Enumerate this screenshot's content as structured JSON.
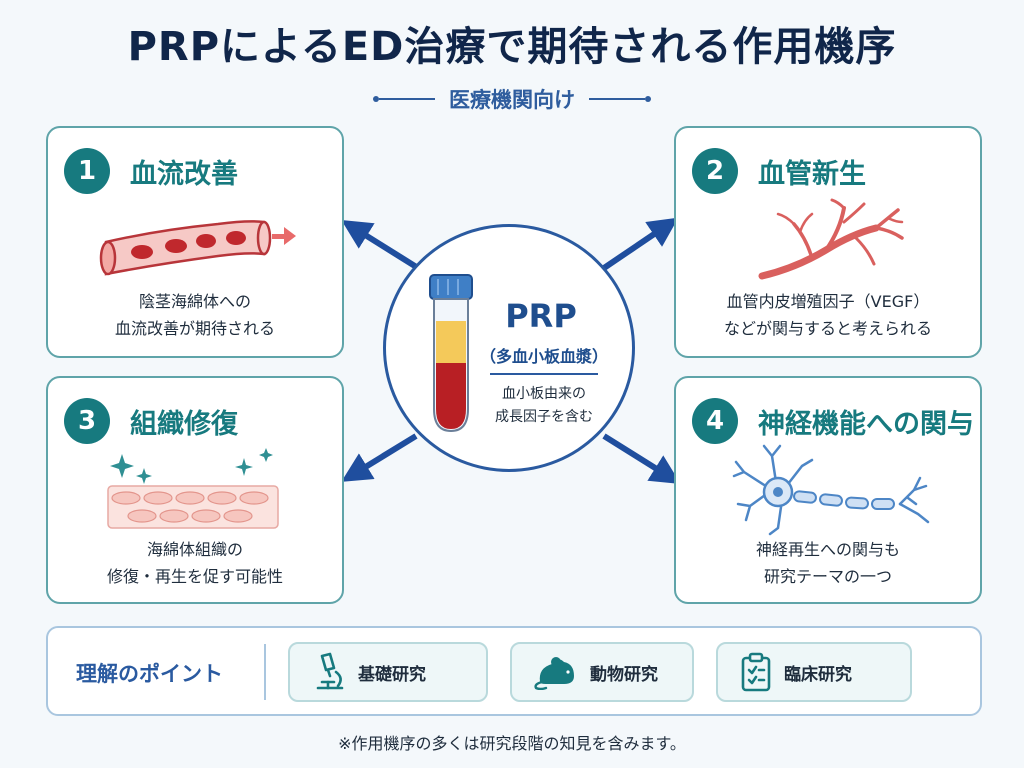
{
  "header": {
    "title": "PRPによるED治療で期待される作用機序",
    "subtitle": "医療機関向け"
  },
  "center": {
    "title": "PRP",
    "subtitle": "（多血小板血漿）",
    "description_lines": [
      "血小板由来の",
      "成長因子を含む"
    ]
  },
  "cards": [
    {
      "number": "1",
      "heading": "血流改善",
      "desc_lines": [
        "陰茎海綿体への",
        "血流改善が期待される"
      ],
      "icon": "blood-vessel-icon"
    },
    {
      "number": "2",
      "heading": "血管新生",
      "desc_lines": [
        "血管内皮増殖因子（VEGF）",
        "などが関与すると考えられる"
      ],
      "icon": "branching-vessel-icon"
    },
    {
      "number": "3",
      "heading": "組織修復",
      "desc_lines": [
        "海綿体組織の",
        "修復・再生を促す可能性"
      ],
      "icon": "tissue-icon"
    },
    {
      "number": "4",
      "heading": "神経機能への関与",
      "desc_lines": [
        "神経再生への関与も",
        "研究テーマの一つ"
      ],
      "icon": "neuron-icon"
    }
  ],
  "points": {
    "label": "理解のポイント",
    "items": [
      {
        "label": "基礎研究",
        "icon": "microscope-icon"
      },
      {
        "label": "動物研究",
        "icon": "mouse-icon"
      },
      {
        "label": "臨床研究",
        "icon": "clipboard-icon"
      }
    ]
  },
  "footnote": "※作用機序の多くは研究段階の知見を含みます。",
  "colors": {
    "navy": "#10264a",
    "teal": "#177a7f",
    "blue": "#2a5aa0",
    "red": "#c0282d"
  }
}
